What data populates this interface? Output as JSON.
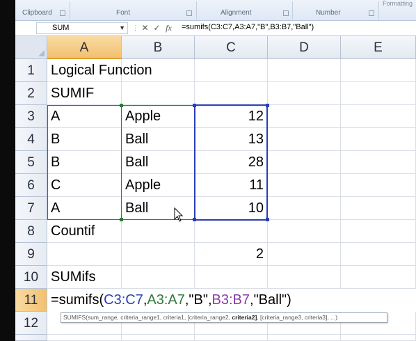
{
  "ribbon": {
    "groups": [
      "Clipboard",
      "Font",
      "Alignment",
      "Number"
    ],
    "top_right": "Formatting"
  },
  "formula_bar": {
    "name_box": "SUM",
    "cancel_symbol": "✕",
    "enter_symbol": "✓",
    "fx_symbol": "fx",
    "formula": "=sumifs(C3:C7,A3:A7,\"B\",B3:B7,\"Ball\")"
  },
  "columns": [
    "A",
    "B",
    "C",
    "D",
    "E"
  ],
  "rows": [
    "1",
    "2",
    "3",
    "4",
    "5",
    "6",
    "7",
    "8",
    "9",
    "10",
    "11",
    "12"
  ],
  "cells": {
    "A1": "Logical Function",
    "A2": "SUMIF",
    "A3": "A",
    "B3": "Apple",
    "C3": "12",
    "A4": "B",
    "B4": "Ball",
    "C4": "13",
    "A5": "B",
    "B5": "Ball",
    "C5": "28",
    "A6": "C",
    "B6": "Apple",
    "C6": "11",
    "A7": "A",
    "B7": "Ball",
    "C7": "10",
    "A8": "Countif",
    "C9": "2",
    "A10": "SUMifs"
  },
  "edit": {
    "p1": "=sumifs(",
    "p2": "C3:C7",
    "p3": ",",
    "p4": "A3:A7",
    "p5": ",\"B\",",
    "p6": "B3:B7",
    "p7": ",\"Ball\")"
  },
  "tooltip": {
    "t1": "SUMIFS(sum_range, criteria_range1, criteria1, [criteria_range2, ",
    "t2": "criteria2]",
    "t3": ", [criteria_range3, criteria3], ...)"
  },
  "colors": {
    "sum_range": "#2a3fb5",
    "criteria_range1": "#2f7a3a",
    "criteria_range2": "#8a3aa8",
    "active_header": "#f2c070"
  }
}
